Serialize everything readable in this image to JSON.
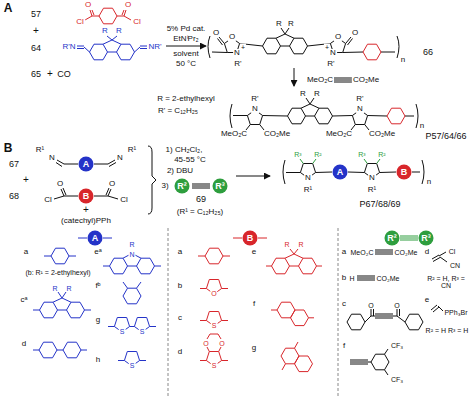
{
  "diagram": {
    "nodes": [
      {
        "text": [
          "A"
        ]
      },
      {
        "text": [
          "B"
        ]
      },
      {
        "text": [
          "R²"
        ]
      },
      {
        "text": [
          "R³"
        ]
      },
      {
        "text": [
          "A"
        ]
      },
      {
        "text": [
          "B"
        ]
      },
      {
        "text": [
          "A"
        ]
      },
      {
        "text": [
          "B"
        ]
      },
      {
        "text": [
          "R²"
        ]
      },
      {
        "text": [
          "R³"
        ]
      }
    ],
    "labels": [
      "A",
      "57",
      "O",
      "Cl",
      "O",
      "Cl",
      "+",
      "64",
      "R",
      "R",
      "R'N",
      "NR'",
      "65",
      "+",
      "CO",
      "5% Pd cat.",
      "EtNⁱPr₂",
      "solvent",
      "50 °C",
      "R",
      "R",
      "O",
      "O",
      "N",
      "+",
      "R'",
      "O",
      "O",
      "N",
      "+",
      "R'",
      "n",
      "66",
      "MeO₂C",
      "CO₂Me",
      "R = 2-ethylhexyl",
      "R' = C₁₂H₂₅",
      "R'",
      "N",
      "MeO₂C",
      "CO₂Me",
      "R",
      "R",
      "R'",
      "N",
      "MeO₂C",
      "CO₂Me",
      "n",
      "P57/64/66",
      "B",
      "67",
      "R¹",
      "N",
      "N",
      "R¹",
      "+",
      "68",
      "O",
      "Cl",
      "O",
      "Cl",
      "+",
      "(catechyl)PPh",
      "1) CH₂Cl₂,",
      "45-55 °C",
      "2) DBU",
      "3)",
      "69",
      "(R¹ = C₁₂H₂₅)",
      "R³",
      "R²",
      "N",
      "R¹",
      "R³",
      "R²",
      "N",
      "R¹",
      "n",
      "P67/68/69",
      "a",
      "(b: R¹ = 2-ethylhexyl)",
      "cᵃ",
      "R",
      "R",
      "d",
      "eᵃ",
      "R",
      "N",
      "fᵇ",
      "g",
      "S",
      "S",
      "h",
      "S",
      "a",
      "e",
      "R",
      "R",
      "b",
      "O",
      "c",
      "S",
      "f",
      "d",
      "S",
      "O",
      "O",
      "g",
      "a",
      "MeO₂C",
      "CO₂Me",
      "d",
      "Cl",
      "CN",
      "R² = H, R³ = CN",
      "b",
      "H",
      "CO₂Me",
      "e",
      "PPh₃Br",
      "R² = H R³ = H",
      "c",
      "O",
      "O",
      "f",
      "CF₃",
      "CF₃"
    ]
  }
}
